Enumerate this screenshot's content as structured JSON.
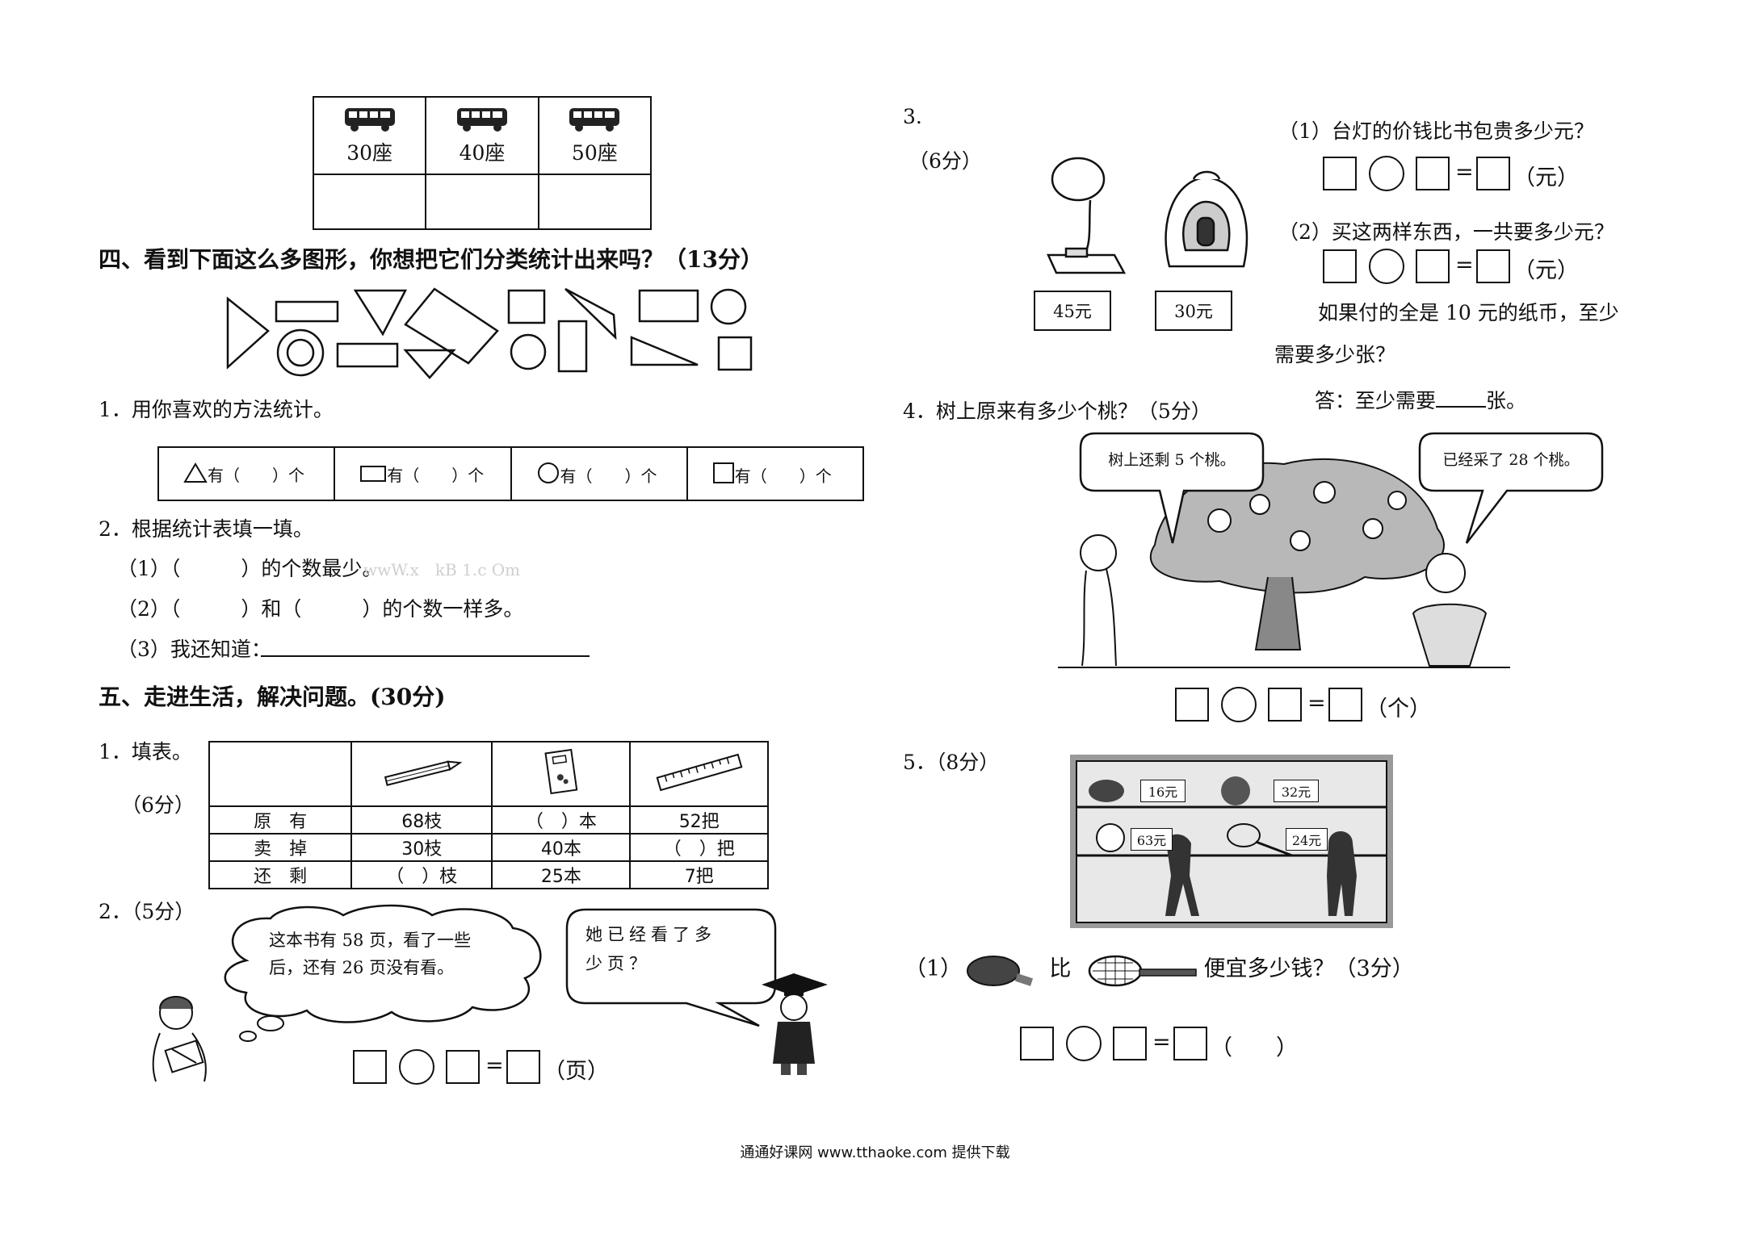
{
  "bus_table": {
    "seats": [
      "30座",
      "40座",
      "50座"
    ]
  },
  "section4": {
    "title": "四、看到下面这么多图形，你想把它们分类统计出来吗？（13分）",
    "q1": "1．用你喜欢的方法统计。",
    "stat_cells": [
      {
        "prefix": "有（",
        "suffix": "）个",
        "icon": "triangle-icon"
      },
      {
        "prefix": "有（",
        "suffix": "）个",
        "icon": "rectangle-icon"
      },
      {
        "prefix": "有（",
        "suffix": "）个",
        "icon": "circle-icon"
      },
      {
        "prefix": "有（",
        "suffix": "）个",
        "icon": "square-icon"
      }
    ],
    "q2": "2．根据统计表填一填。",
    "q2_1": "（1）（　　　）的个数最少。",
    "watermark": "wwW.x　kB 1.c Om",
    "q2_2": "（2）（　　　）和（　　　）的个数一样多。",
    "q2_3": "（3）我还知道："
  },
  "section5": {
    "title": "五、走进生活，解决问题。(30分)",
    "q1_label": "1．填表。",
    "q1_score": "（6分）",
    "table": {
      "row_headers": [
        "原　有",
        "卖　掉",
        "还　剩"
      ],
      "rows": [
        [
          "68枝",
          "（　）本",
          "52把"
        ],
        [
          "30枝",
          "40本",
          "（　）把"
        ],
        [
          "（　）枝",
          "25本",
          "7把"
        ]
      ]
    },
    "q2_label": "2．（5分）",
    "q2_thought": "这本书有 58 页，看了一些后，还有 26 页没有看。",
    "q2_speech": "她已经看了多少页？",
    "q2_unit": "（页）"
  },
  "q3": {
    "label": "3.",
    "score": "（6分）",
    "lamp_price": "45元",
    "bag_price": "30元",
    "sub1": "（1）台灯的价钱比书包贵多少元？",
    "sub1_unit": "（元）",
    "sub2": "（2）买这两样东西，一共要多少元？",
    "sub2_unit": "（元）",
    "extra_line1": "如果付的全是 10 元的纸币，至少",
    "extra_line2": "需要多少张？",
    "answer_prefix": "答：至少需要",
    "answer_suffix": "张。"
  },
  "q4": {
    "label": "4．树上原来有多少个桃？（5分）",
    "bubble_left": "树上还剩 5 个桃。",
    "bubble_right": "已经采了 28 个桃。",
    "unit": "（个）"
  },
  "q5": {
    "label": "5．（8分）",
    "prices": [
      "16元",
      "32元",
      "63元",
      "24元"
    ],
    "sub1_prefix": "（1）",
    "sub1_mid": "比",
    "sub1_suffix": "便宜多少钱？（3分）",
    "unit": "（　　）"
  },
  "eq_symbol": "=",
  "footer": "通通好课网 www.tthaoke.com 提供下载"
}
